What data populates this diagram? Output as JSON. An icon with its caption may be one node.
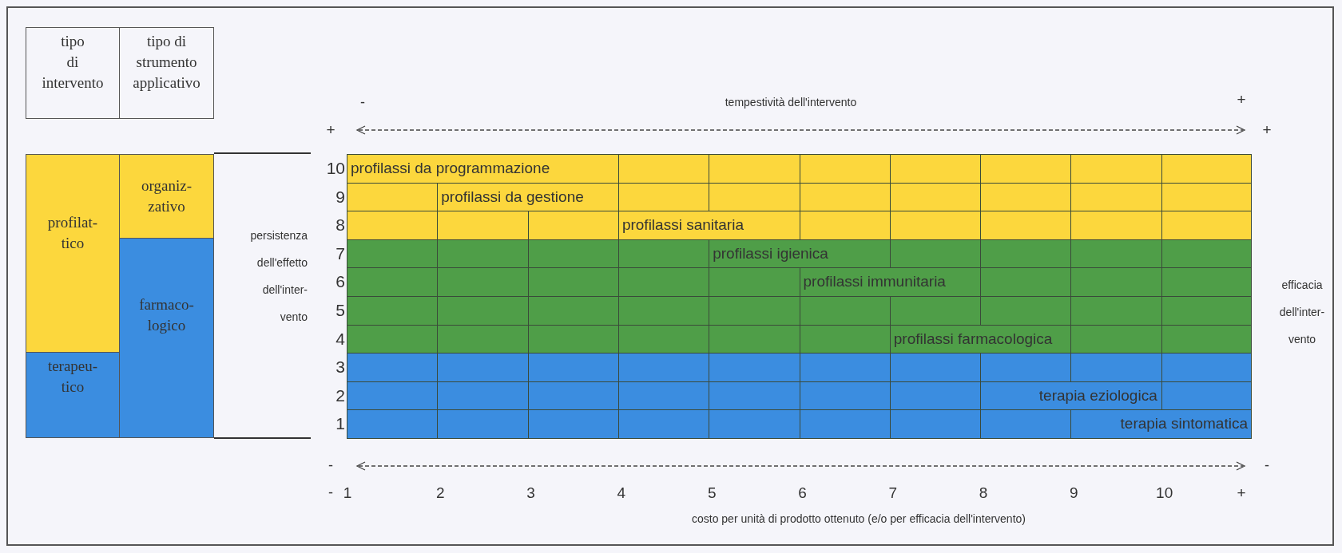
{
  "diagram": {
    "nodes": [
      {
        "text": [
          "tipo di intervento"
        ]
      },
      {
        "text": [
          "tipo di strumento applicativo"
        ]
      },
      {
        "text": [
          "profilat- tico"
        ]
      },
      {
        "text": [
          "organiz- zativo"
        ]
      },
      {
        "text": [
          "farmaco- logico"
        ]
      },
      {
        "text": [
          "terapeu- tico"
        ]
      },
      {
        "text": [
          "profilassi da programmazione"
        ],
        "beside": [
          "10"
        ]
      },
      {
        "text": [
          "profilassi da gestione"
        ],
        "beside": [
          "9"
        ]
      },
      {
        "text": [
          "profilassi sanitaria"
        ],
        "beside": [
          "8"
        ]
      },
      {
        "text": [
          "profilassi igienica"
        ],
        "beside": [
          "7"
        ]
      },
      {
        "text": [
          "profilassi immunitaria"
        ],
        "beside": [
          "6"
        ]
      },
      {
        "text": [],
        "shape": "bar",
        "beside": [
          "5"
        ]
      },
      {
        "text": [
          "profilassi farmacologica"
        ],
        "beside": [
          "4"
        ]
      },
      {
        "text": [],
        "shape": "bar",
        "beside": [
          "3"
        ]
      },
      {
        "text": [
          "terapia eziologica"
        ],
        "beside": [
          "2"
        ]
      },
      {
        "text": [
          "terapia sintomatica"
        ],
        "beside": [
          "1"
        ]
      }
    ],
    "labels": [
      "-",
      "tempestività dell'intervento",
      "+",
      "+",
      "+",
      "persistenza dell'effetto dell'inter- vento",
      "efficacia dell'inter- vento",
      "-",
      "-",
      "-",
      "1",
      "2",
      "3",
      "4",
      "5",
      "6",
      "7",
      "8",
      "9",
      "10",
      "+",
      "costo per unità di prodotto ottenuto (e/o per efficacia dell'intervento)"
    ]
  }
}
